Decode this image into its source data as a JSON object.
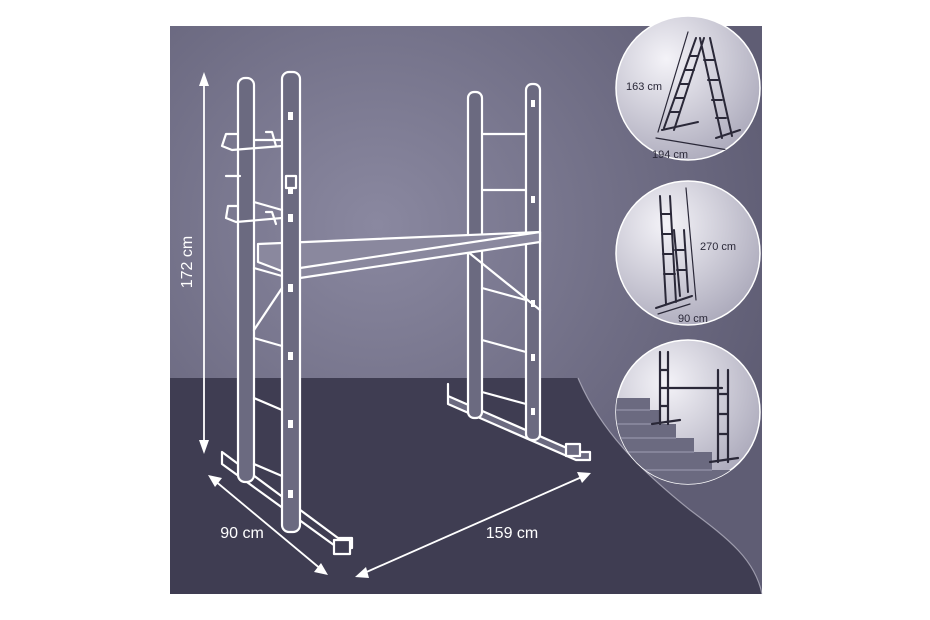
{
  "main_dimensions": {
    "height_label": "172 cm",
    "depth_label": "90 cm",
    "length_label": "159 cm"
  },
  "insets": [
    {
      "mode": "a-frame-ladder",
      "height_label": "163 cm",
      "base_label": "194 cm"
    },
    {
      "mode": "straight-ladder",
      "height_label": "270 cm",
      "base_label": "90 cm"
    },
    {
      "mode": "stairs-scaffold"
    }
  ],
  "colors": {
    "background_top": "#6b6a80",
    "floor": "#3f3d52",
    "inset_fill": "#d6d4df",
    "outline": "#ffffff",
    "drawing_dark": "#2a2838"
  }
}
